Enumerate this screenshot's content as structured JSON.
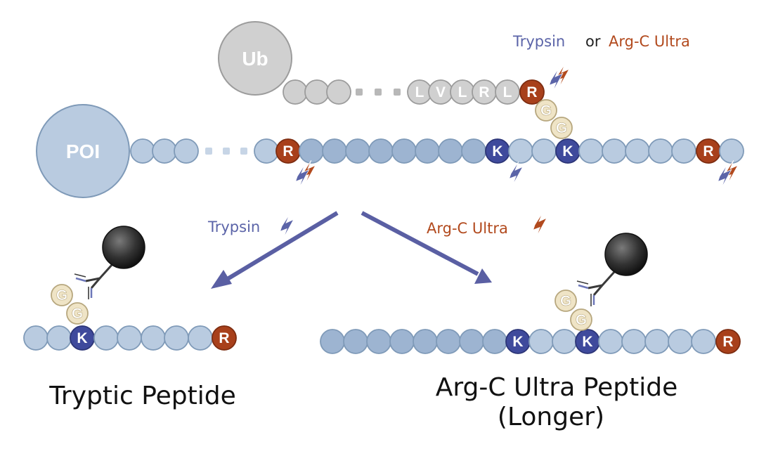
{
  "colors": {
    "trypsin": "#5b64a8",
    "argc": "#b24a1e",
    "bead_fill": "#b9cbe0",
    "bead_stroke": "#7f9ab8",
    "bead_fill_dark": "#9db4d1",
    "lysine": "#3f4a9c",
    "arginine": "#a8401b",
    "gly_fill": "#efe4c6",
    "gly_stroke": "#b7a77e",
    "ub_fill": "#d0d0d0",
    "ub_stroke": "#9c9c9c",
    "antibody": "#3a3a3a",
    "arrow": "#5a5fa3"
  },
  "header": {
    "trypsin_text": "Trypsin",
    "or_text": "or",
    "argc_text": "Arg-C Ultra"
  },
  "ub": {
    "label": "Ub",
    "tail_residues": [
      "L",
      "V",
      "L",
      "R",
      "L"
    ],
    "terminal_residue": "R"
  },
  "poi": {
    "label": "POI",
    "arginine_label": "R",
    "lysine_label": "K",
    "glycine_label": "G"
  },
  "arrows": {
    "left_label": "Trypsin",
    "right_label": "Arg-C Ultra"
  },
  "products": {
    "tryptic": {
      "title": "Tryptic Peptide",
      "lysine_label": "K",
      "arginine_label": "R",
      "glycine_label": "G"
    },
    "argc": {
      "title_line1": "Arg-C Ultra Peptide",
      "title_line2": "(Longer)",
      "lysine_label": "K",
      "arginine_label": "R",
      "glycine_label": "G"
    }
  }
}
